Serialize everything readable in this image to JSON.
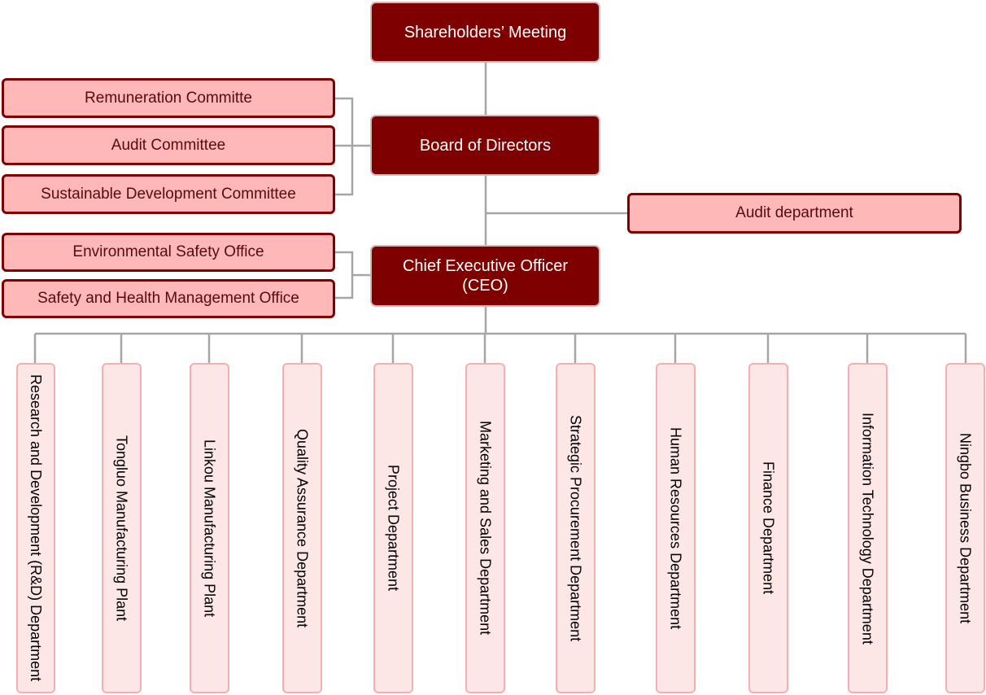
{
  "shareholders": "Shareholders’ Meeting",
  "board": "Board of Directors",
  "ceo_line1": "Chief Executive Officer",
  "ceo_line2": "(CEO)",
  "audit_department": "Audit department",
  "board_committees": [
    "Remuneration  Committe",
    "Audit Committee",
    "Sustainable Development  Committee"
  ],
  "ceo_offices": [
    "Environmental Safety Office",
    "Safety and Health Management Office"
  ],
  "departments": [
    "Research and Development  (R&D) Department",
    "Tongluo Manufacturing Plant",
    "Linkou Manufacturing Plant",
    "Quality Assurance Department",
    "Project Department",
    "Marketing and Sales Department",
    "Strategic Procurement Department",
    "Human Resources Department",
    "Finance Department",
    "Information Technology Department",
    "Ningbo Business Department"
  ],
  "colors": {
    "dark_box": "#7f0000",
    "light_box": "#ffb8b8",
    "dept_box": "#fde6e6",
    "connector": "#a6a6a6"
  }
}
